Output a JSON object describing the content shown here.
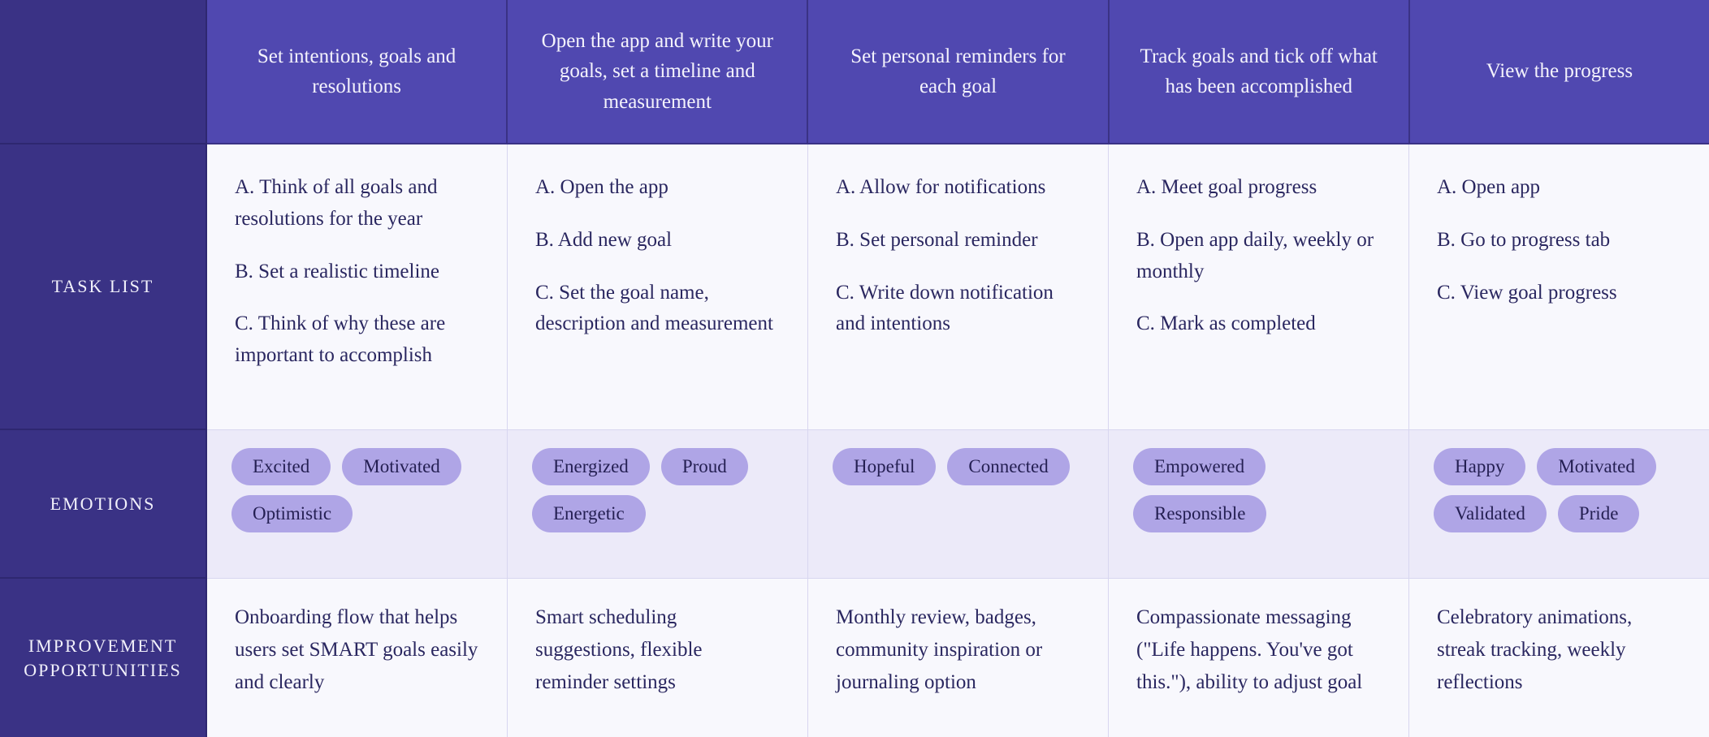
{
  "theme": {
    "header_bg": "#5048B0",
    "label_bg": "#3A3285",
    "row_bg": "#F8F8FD",
    "emotions_bg": "#ECEAF9",
    "pill_bg": "#AFA5E6",
    "text_dark": "#2A2760",
    "text_light": "#F2F1FB"
  },
  "row_labels": {
    "corner": "",
    "task_list": "TASK LIST",
    "emotions": "EMOTIONS",
    "improvement": "IMPROVEMENT OPPORTUNITIES"
  },
  "stages": [
    {
      "header": "Set intentions, goals and resolutions",
      "tasks": [
        "A. Think of all goals and resolutions for the year",
        "B. Set a realistic timeline",
        "C. Think of why these are important to accomplish"
      ],
      "emotions": [
        "Excited",
        "Motivated",
        "Optimistic"
      ],
      "improvement": "Onboarding flow that helps users set SMART goals easily and clearly"
    },
    {
      "header": "Open the app and write your goals, set a timeline and measurement",
      "tasks": [
        "A. Open the app",
        "B. Add new goal",
        "C. Set the goal name, description and measurement"
      ],
      "emotions": [
        "Energized",
        "Proud",
        "Energetic"
      ],
      "improvement": "Smart scheduling suggestions, flexible reminder settings"
    },
    {
      "header": "Set personal reminders for each goal",
      "tasks": [
        "A. Allow for notifications",
        "B. Set personal reminder",
        "C. Write down notification and intentions"
      ],
      "emotions": [
        "Hopeful",
        "Connected"
      ],
      "improvement": "Monthly review, badges, community inspiration or journaling option"
    },
    {
      "header": "Track goals and tick off what has been accomplished",
      "tasks": [
        "A. Meet goal progress",
        "B. Open app daily, weekly or monthly",
        "C. Mark as completed"
      ],
      "emotions": [
        "Empowered",
        "Responsible"
      ],
      "improvement": "Compassionate messaging (\"Life happens. You've got this.\"), ability to adjust goal"
    },
    {
      "header": "View the progress",
      "tasks": [
        "A. Open app",
        "B. Go to progress tab",
        "C. View goal progress"
      ],
      "emotions": [
        "Happy",
        "Motivated",
        "Validated",
        "Pride"
      ],
      "improvement": "Celebratory animations, streak tracking, weekly reflections"
    }
  ]
}
